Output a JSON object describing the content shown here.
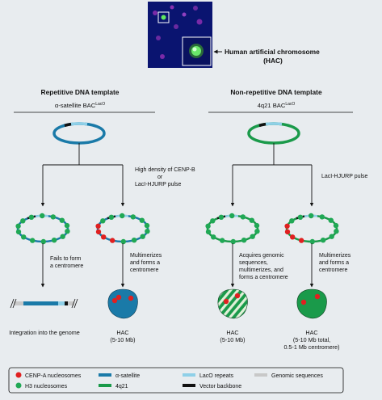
{
  "colors": {
    "background": "#e8ecef",
    "alpha_satellite": "#1a7aa8",
    "q4q21": "#1a9a4a",
    "laco": "#8fd0e8",
    "vector_backbone": "#111111",
    "genomic": "#c8c8c8",
    "cenp_a": "#e02020",
    "h3": "#20a855",
    "micro_bg": "#0a1470"
  },
  "micrograph": {
    "caption_line1": "Human artificial chromosome",
    "caption_line2": "(HAC)"
  },
  "left": {
    "header": "Repetitive DNA template",
    "construct_base": "α-satellite BAC",
    "construct_sup": "LacO",
    "branch_note_line1": "High density of CENP-B",
    "branch_note_line2": "or",
    "branch_note_line3": "LacI-HJURP pulse",
    "fail_line1": "Fails to form",
    "fail_line2": "a centromere",
    "multi_line1": "Multimerizes",
    "multi_line2": "and forms a",
    "multi_line3": "centromere",
    "result_left": "Integration into the genome",
    "result_hac": "HAC",
    "result_hac_size": "(5-10 Mb)"
  },
  "right": {
    "header": "Non-repetitive DNA template",
    "construct_base": "4q21 BAC",
    "construct_sup": "LacO",
    "branch_note": "LacI-HJURP pulse",
    "acq_line1": "Acquires genomic",
    "acq_line2": "sequences,",
    "acq_line3": "multimerizes, and",
    "acq_line4": "forms a centromere",
    "multi_line1": "Multimerizes",
    "multi_line2": "and forms a",
    "multi_line3": "centromere",
    "hac1": "HAC",
    "hac1_size": "(5-10 Mb)",
    "hac2": "HAC",
    "hac2_size1": "(5-10 Mb total,",
    "hac2_size2": "0.5-1 Mb centromere)"
  },
  "legend": {
    "cenp_a": "CENP-A nucleosomes",
    "h3": "H3 nucleosomes",
    "alpha": "α-satellite",
    "q4q21": "4q21",
    "laco": "LacO repeats",
    "backbone": "Vector backbone",
    "genomic": "Genomic sequences"
  }
}
